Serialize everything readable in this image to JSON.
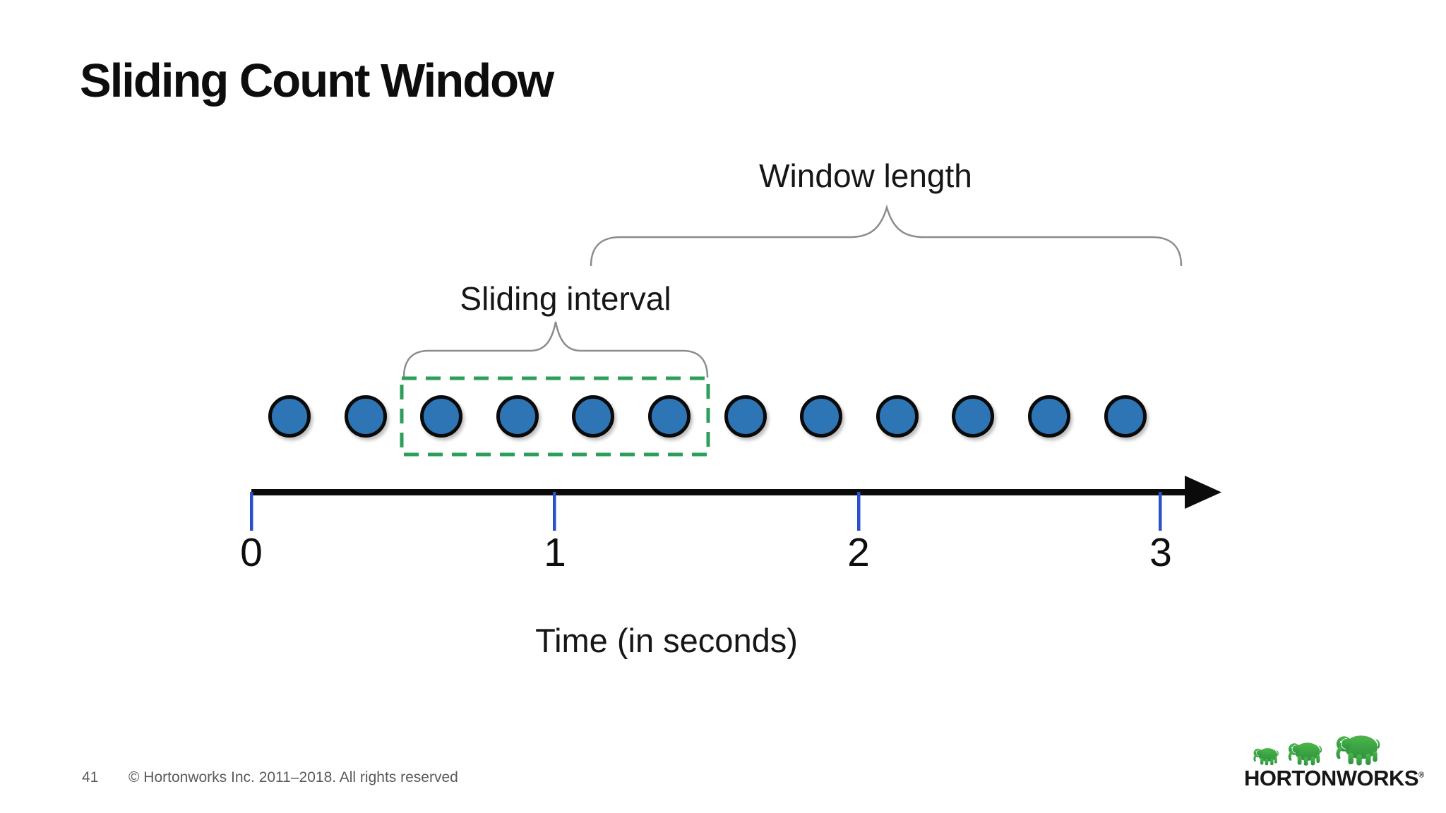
{
  "slide": {
    "title": "Sliding Count Window"
  },
  "diagram": {
    "window_length_label": "Window length",
    "sliding_interval_label": "Sliding interval",
    "time_axis_label": "Time (in seconds)",
    "dots": {
      "count": 12,
      "in_window_indices": [
        2,
        3,
        4,
        5
      ]
    },
    "timeline": {
      "tick_labels": [
        "0",
        "1",
        "2",
        "3"
      ]
    }
  },
  "footer": {
    "page_number": "41",
    "copyright": "© Hortonworks Inc. 2011–2018. All rights reserved"
  },
  "logo": {
    "text": "HORTONWORKS",
    "registered": "®"
  },
  "colors": {
    "bg": "#ffffff",
    "dot_fill": "#2E75B6",
    "dot_stroke": "#0a0a0a",
    "window_green": "#2E9E5B",
    "tick_blue": "#2B50CE",
    "brace_gray": "#8c8c8c",
    "axis_black": "#0b0b0b",
    "logo_green_light": "#4DB648",
    "logo_green_dark": "#2C9240"
  }
}
